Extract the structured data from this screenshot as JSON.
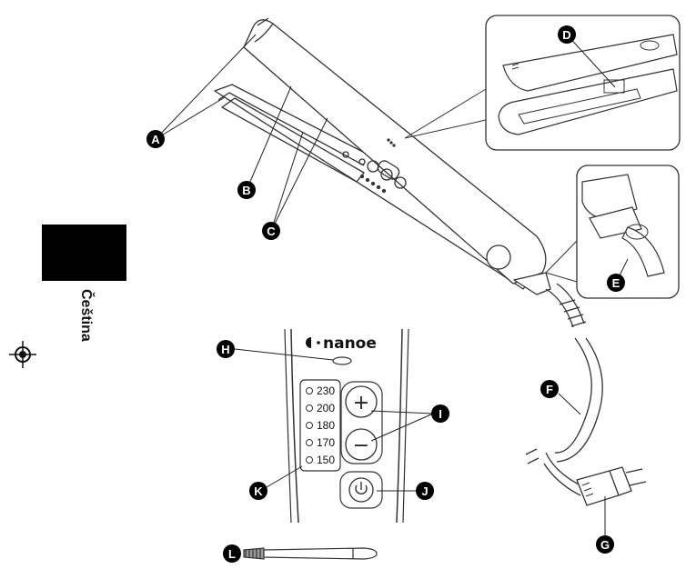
{
  "language_tab": {
    "label": "Čeština",
    "color": "#000000"
  },
  "panel": {
    "brand": "nanoe",
    "temperatures": [
      "230",
      "200",
      "180",
      "170",
      "150"
    ],
    "plus_symbol": "+",
    "minus_symbol": "−"
  },
  "callouts": {
    "A": "A",
    "B": "B",
    "C": "C",
    "D": "D",
    "E": "E",
    "F": "F",
    "G": "G",
    "H": "H",
    "I": "I",
    "J": "J",
    "K": "K",
    "L": "L"
  },
  "icons": [
    "registration-crosshair-icon",
    "power-icon",
    "nanoe-logo-icon"
  ]
}
